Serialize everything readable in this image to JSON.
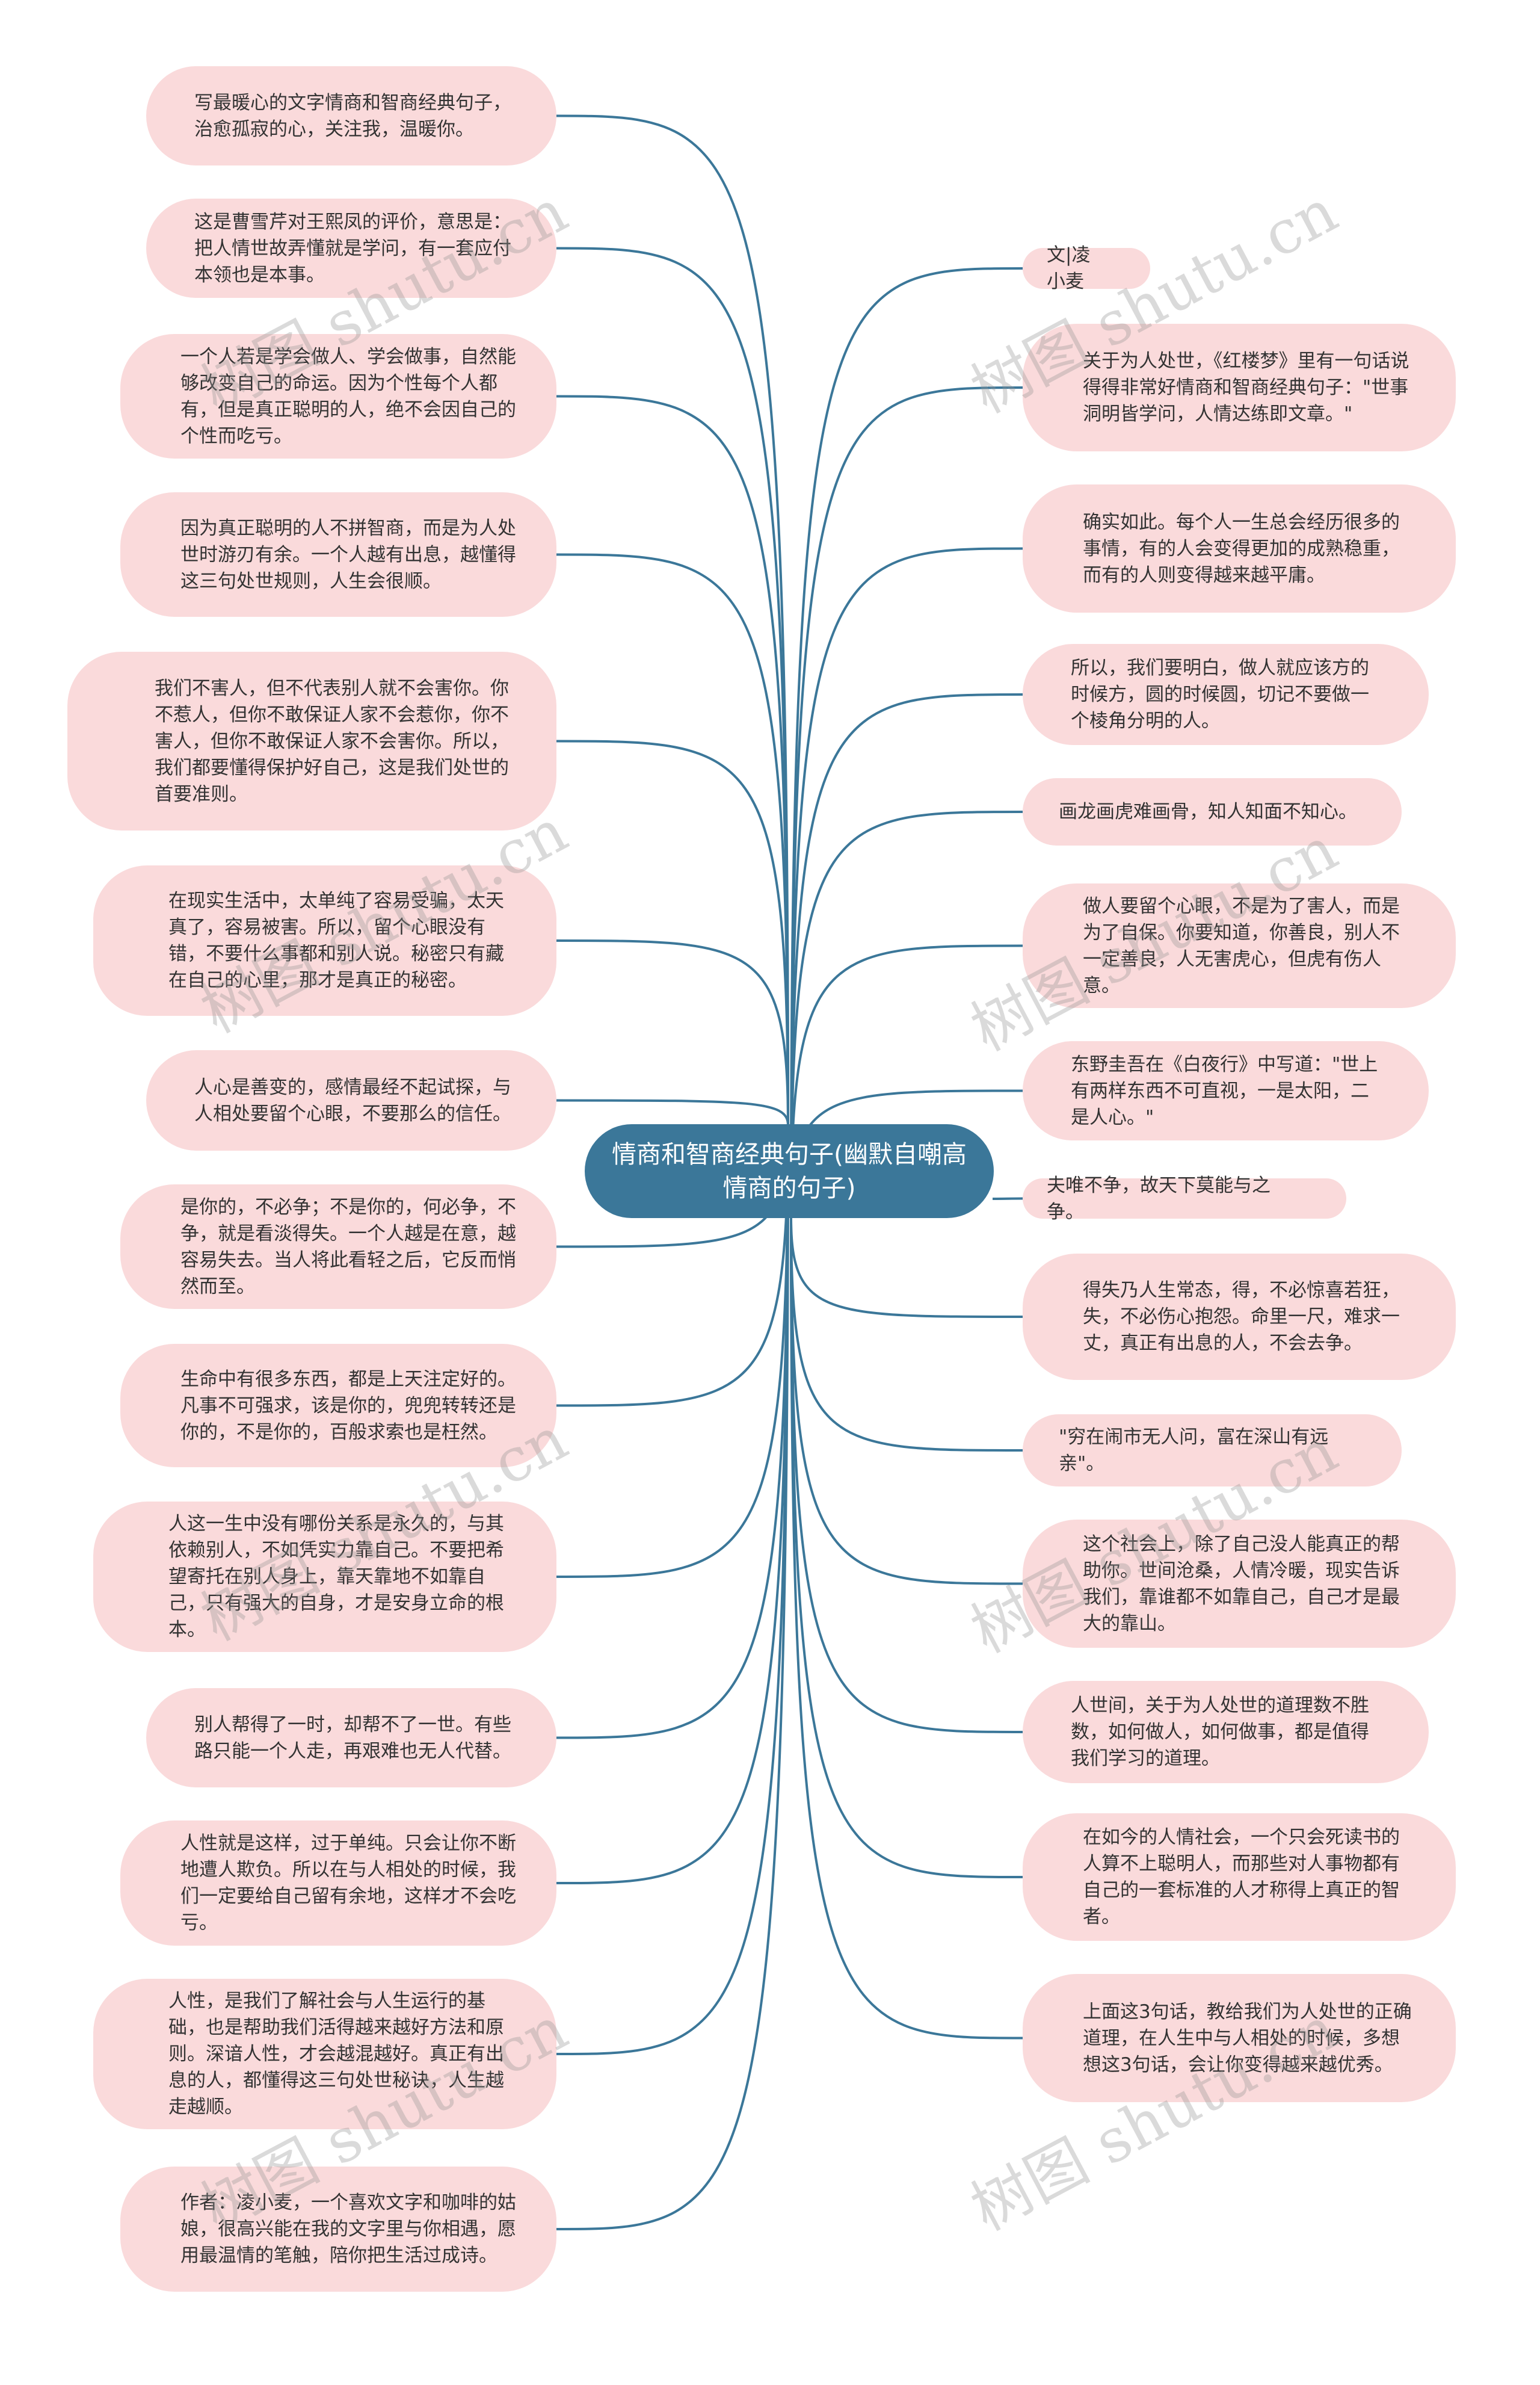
{
  "title": "情商和智商经典句子(幽默自嘲高情商的句子)",
  "colors": {
    "center": "#3b7799",
    "node": "#fadadb",
    "link": "#3b7799"
  },
  "watermark": "树图 shutu.cn",
  "left_nodes": [
    "写最暖心的文字情商和智商经典句子，治愈孤寂的心，关注我，温暖你。",
    "这是曹雪芹对王熙凤的评价，意思是：把人情世故弄懂就是学问，有一套应付本领也是本事。",
    "一个人若是学会做人、学会做事，自然能够改变自己的命运。因为个性每个人都有，但是真正聪明的人，绝不会因自己的个性而吃亏。",
    "因为真正聪明的人不拼智商，而是为人处世时游刃有余。一个人越有出息，越懂得这三句处世规则，人生会很顺。",
    "我们不害人，但不代表别人就不会害你。你不惹人，但你不敢保证人家不会惹你，你不害人，但你不敢保证人家不会害你。所以，我们都要懂得保护好自己，这是我们处世的首要准则。",
    "在现实生活中，太单纯了容易受骗，太天真了，容易被害。所以，留个心眼没有错，不要什么事都和别人说。秘密只有藏在自己的心里，那才是真正的秘密。",
    "人心是善变的，感情最经不起试探，与人相处要留个心眼，不要那么的信任。",
    "是你的，不必争；不是你的，何必争，不争，就是看淡得失。一个人越是在意，越容易失去。当人将此看轻之后，它反而悄然而至。",
    "生命中有很多东西，都是上天注定好的。凡事不可强求，该是你的，兜兜转转还是你的，不是你的，百般求索也是枉然。",
    "人这一生中没有哪份关系是永久的，与其依赖别人，不如凭实力靠自己。不要把希望寄托在别人身上，靠天靠地不如靠自己，只有强大的自身，才是安身立命的根本。",
    "别人帮得了一时，却帮不了一世。有些路只能一个人走，再艰难也无人代替。",
    "人性就是这样，过于单纯。只会让你不断地遭人欺负。所以在与人相处的时候，我们一定要给自己留有余地，这样才不会吃亏。",
    "人性，是我们了解社会与人生运行的基础，也是帮助我们活得越来越好方法和原则。深谙人性，才会越混越好。真正有出息的人，都懂得这三句处世秘诀，人生越走越顺。",
    "作者：凌小麦，一个喜欢文字和咖啡的姑娘，很高兴能在我的文字里与你相遇，愿用最温情的笔触，陪你把生活过成诗。"
  ],
  "right_nodes": [
    "文|凌小麦",
    "关于为人处世，《红楼梦》里有一句话说得得非常好情商和智商经典句子：\"世事洞明皆学问，人情达练即文章。\"",
    "确实如此。每个人一生总会经历很多的事情，有的人会变得更加的成熟稳重，而有的人则变得越来越平庸。",
    "所以，我们要明白，做人就应该方的时候方，圆的时候圆，切记不要做一个棱角分明的人。",
    "画龙画虎难画骨，知人知面不知心。",
    "做人要留个心眼，不是为了害人，而是为了自保。你要知道，你善良，别人不一定善良，人无害虎心，但虎有伤人意。",
    "东野圭吾在《白夜行》中写道：\"世上有两样东西不可直视，一是太阳，二是人心。\"",
    "夫唯不争，故天下莫能与之争。",
    "得失乃人生常态，得，不必惊喜若狂，失，不必伤心抱怨。命里一尺，难求一丈，真正有出息的人，不会去争。",
    "\"穷在闹市无人问，富在深山有远亲\"。",
    "这个社会上，除了自己没人能真正的帮助你。世间沧桑，人情冷暖，现实告诉我们，靠谁都不如靠自己，自己才是最大的靠山。",
    "人世间，关于为人处世的道理数不胜数，如何做人，如何做事，都是值得我们学习的道理。",
    "在如今的人情社会，一个只会死读书的人算不上聪明人，而那些对人事物都有自己的一套标准的人才称得上真正的智者。",
    "上面这3句话，教给我们为人处世的正确道理，在人生中与人相处的时候，多想想这3句话，会让你变得越来越优秀。"
  ]
}
